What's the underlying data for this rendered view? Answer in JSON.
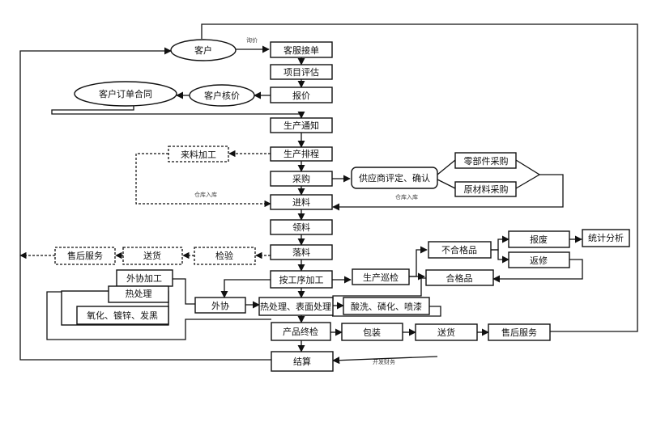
{
  "nodes": {
    "customer": "客户",
    "service_order": "客服接单",
    "project_eval": "项目评估",
    "quote": "报价",
    "customer_pricing": "客户核价",
    "customer_contract": "客户订单合同",
    "production_notice": "生产通知",
    "production_schedule": "生产排程",
    "incoming_processing": "来料加工",
    "purchase": "采购",
    "supplier_eval": "供应商评定、确认",
    "parts_purchase": "零部件采购",
    "raw_purchase": "原材料采购",
    "receiving": "进料",
    "material_issue": "领料",
    "cutting": "落料",
    "inspection": "检验",
    "delivery_left": "送货",
    "after_sales_left": "售后服务",
    "process_by_step": "按工序加工",
    "production_patrol": "生产巡检",
    "nonconforming": "不合格品",
    "conforming": "合格品",
    "scrap": "报废",
    "stats": "统计分析",
    "rework": "返修",
    "outsource_processing": "外协加工",
    "heat_treatment_small": "热处理",
    "oxidize_zinc_black": "氧化、镀锌、发黑",
    "outsourcing": "外协",
    "heat_surface": "热处理、表面处理",
    "pickling": "酸洗、磷化、喷漆",
    "final_inspection": "产品终检",
    "packaging": "包装",
    "delivery": "送货",
    "after_sales": "售后服务",
    "settlement": "结算"
  },
  "notes": {
    "inquiry": "询价",
    "warehouse_1": "仓库入库",
    "warehouse_2": "仓库入库",
    "invoice_finance": "开发财务"
  }
}
